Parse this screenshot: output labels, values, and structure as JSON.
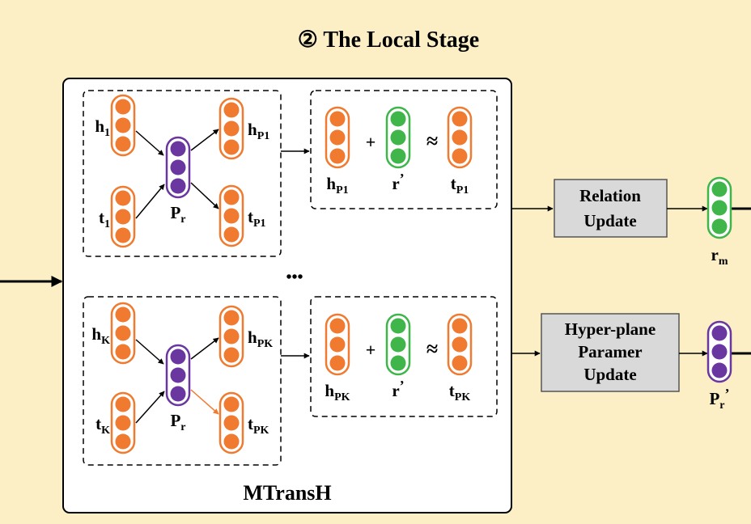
{
  "title": "② The Local Stage",
  "model_name": "MTransH",
  "ellipsis": "•••",
  "ops": {
    "plus": "+",
    "approx": "≈"
  },
  "colors": {
    "background": "#fcefc5",
    "entity": "#f07a30",
    "relation": "#3fb54a",
    "hyperplane": "#6a36a0",
    "update_box": "#d9d9d9"
  },
  "groups": [
    {
      "head": {
        "base": "h",
        "sub": "1"
      },
      "tail": {
        "base": "t",
        "sub": "1"
      },
      "hyperplane": {
        "base": "P",
        "sub": "r"
      },
      "proj_head": {
        "base": "h",
        "sub": "P1"
      },
      "proj_tail": {
        "base": "t",
        "sub": "P1"
      },
      "relation": {
        "base": "r",
        "sup": "’"
      },
      "eq_head": {
        "base": "h",
        "sub": "P1"
      },
      "eq_tail": {
        "base": "t",
        "sub": "P1"
      }
    },
    {
      "head": {
        "base": "h",
        "sub": "K"
      },
      "tail": {
        "base": "t",
        "sub": "K"
      },
      "hyperplane": {
        "base": "P",
        "sub": "r"
      },
      "proj_head": {
        "base": "h",
        "sub": "PK"
      },
      "proj_tail": {
        "base": "t",
        "sub": "PK"
      },
      "relation": {
        "base": "r",
        "sup": "’"
      },
      "eq_head": {
        "base": "h",
        "sub": "PK"
      },
      "eq_tail": {
        "base": "t",
        "sub": "PK"
      }
    }
  ],
  "relation_update": {
    "line1": "Relation",
    "line2": "Update"
  },
  "hyperplane_update": {
    "line1": "Hyper-plane",
    "line2": "Paramer",
    "line3": "Update"
  },
  "outputs": {
    "relation": {
      "base": "r",
      "sub": "m"
    },
    "hyperplane": {
      "base": "P",
      "sub": "r",
      "sup": "’"
    }
  }
}
